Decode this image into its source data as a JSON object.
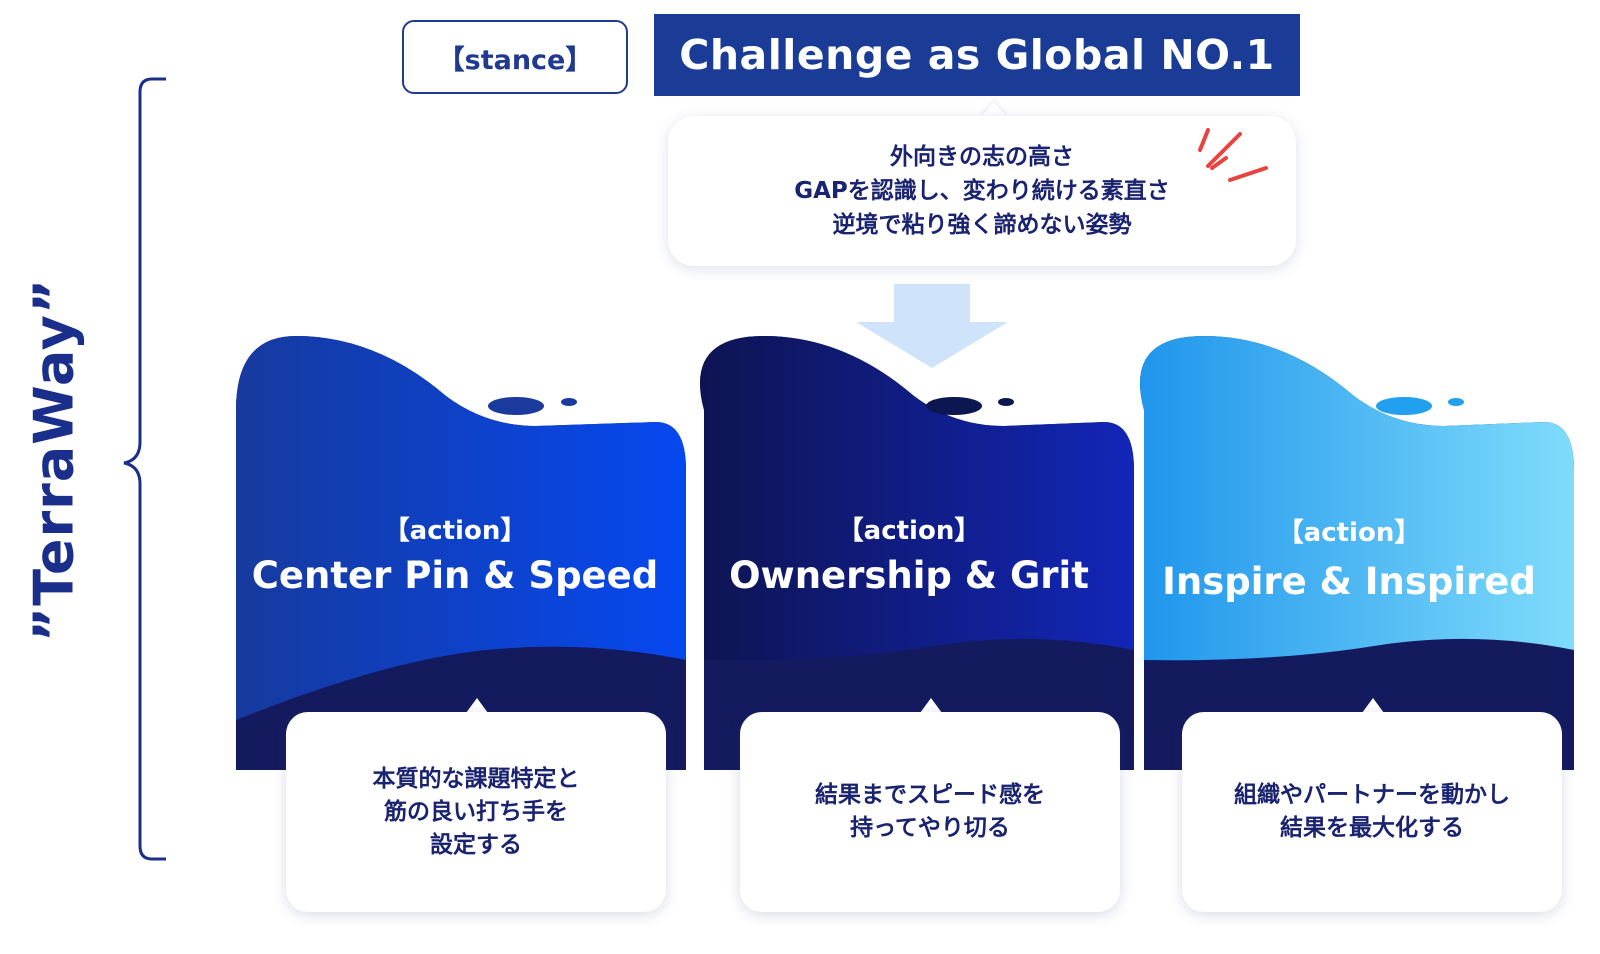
{
  "vertical_title": "”TerraWay”",
  "stance": {
    "badge_label": "【stance】",
    "headline": "Challenge as Global NO.1",
    "callout_lines": [
      "外向きの志の高さ",
      "GAPを認識し、変わり続ける素直さ",
      "逆境で粘り強く諦めない姿勢"
    ]
  },
  "actions": [
    {
      "label": "【action】",
      "title": "Center Pin & Speed",
      "desc_lines": [
        "本質的な課題特定と",
        "筋の良い打ち手を",
        "設定する"
      ],
      "gradient": [
        "#163a9e",
        "#0648f0"
      ]
    },
    {
      "label": "【action】",
      "title": "Ownership & Grit",
      "desc_lines": [
        "結果までスピード感を",
        "持ってやり切る"
      ],
      "gradient": [
        "#0e1452",
        "#1226b8"
      ]
    },
    {
      "label": "【action】",
      "title": "Inspire & Inspired",
      "desc_lines": [
        "組織やパートナーを動かし",
        "結果を最大化する"
      ],
      "gradient": [
        "#1f95ec",
        "#7fdcfb"
      ]
    }
  ],
  "colors": {
    "navy": "#1a2370",
    "banner": "#1a3b96",
    "shadow_band": "#141a5e",
    "arrow": "#cfe4fb",
    "spark": "#e8433f"
  }
}
